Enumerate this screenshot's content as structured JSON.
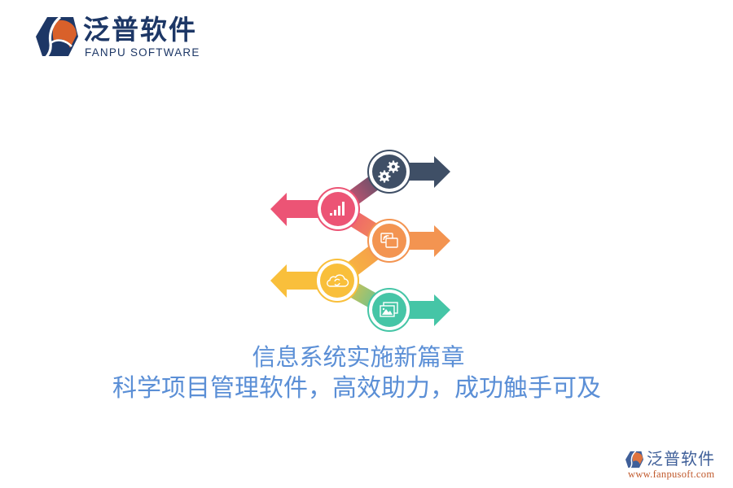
{
  "header": {
    "logo_cn": "泛普软件",
    "logo_en": "FANPU SOFTWARE"
  },
  "diagram": {
    "steps": [
      {
        "icon": "gears-icon",
        "direction": "right",
        "color": "#3f4f66"
      },
      {
        "icon": "bar-chart-icon",
        "direction": "left",
        "color": "#ec5475"
      },
      {
        "icon": "screen-share-icon",
        "direction": "right",
        "color": "#f39451"
      },
      {
        "icon": "cloud-sync-icon",
        "direction": "left",
        "color": "#f9bf3b"
      },
      {
        "icon": "image-gallery-icon",
        "direction": "right",
        "color": "#45c5a6"
      }
    ]
  },
  "title": {
    "line1": "信息系统实施新篇章",
    "line2": "科学项目管理软件，高效助力，成功触手可及",
    "color": "#5b8fd6"
  },
  "watermark": {
    "cn": "泛普软件",
    "url": "www.fanpusoft.com"
  },
  "colors": {
    "brand_navy": "#1d3766",
    "brand_orange": "#d9602a"
  }
}
